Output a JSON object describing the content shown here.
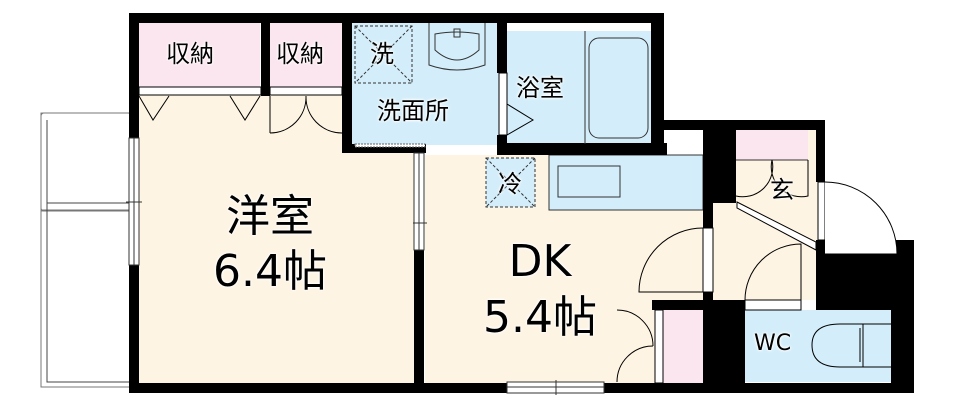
{
  "floorplan": {
    "colors": {
      "wall": "#000000",
      "living": "#fdf4e3",
      "wet_area": "#d3eefa",
      "storage": "#fbe6ef",
      "exterior": "#ffffff"
    },
    "rooms": {
      "western_room": {
        "name": "洋室",
        "size": "6.4帖"
      },
      "dining_kitchen": {
        "name": "DK",
        "size": "5.4帖"
      },
      "washroom": {
        "name": "洗面所"
      },
      "bathroom": {
        "name": "浴室"
      },
      "entrance": {
        "name": "玄"
      },
      "toilet": {
        "name": "WC"
      },
      "storage_1": {
        "name": "収納"
      },
      "storage_2": {
        "name": "収納"
      }
    },
    "fixtures": {
      "washing_machine": "洗",
      "refrigerator": "冷"
    }
  }
}
